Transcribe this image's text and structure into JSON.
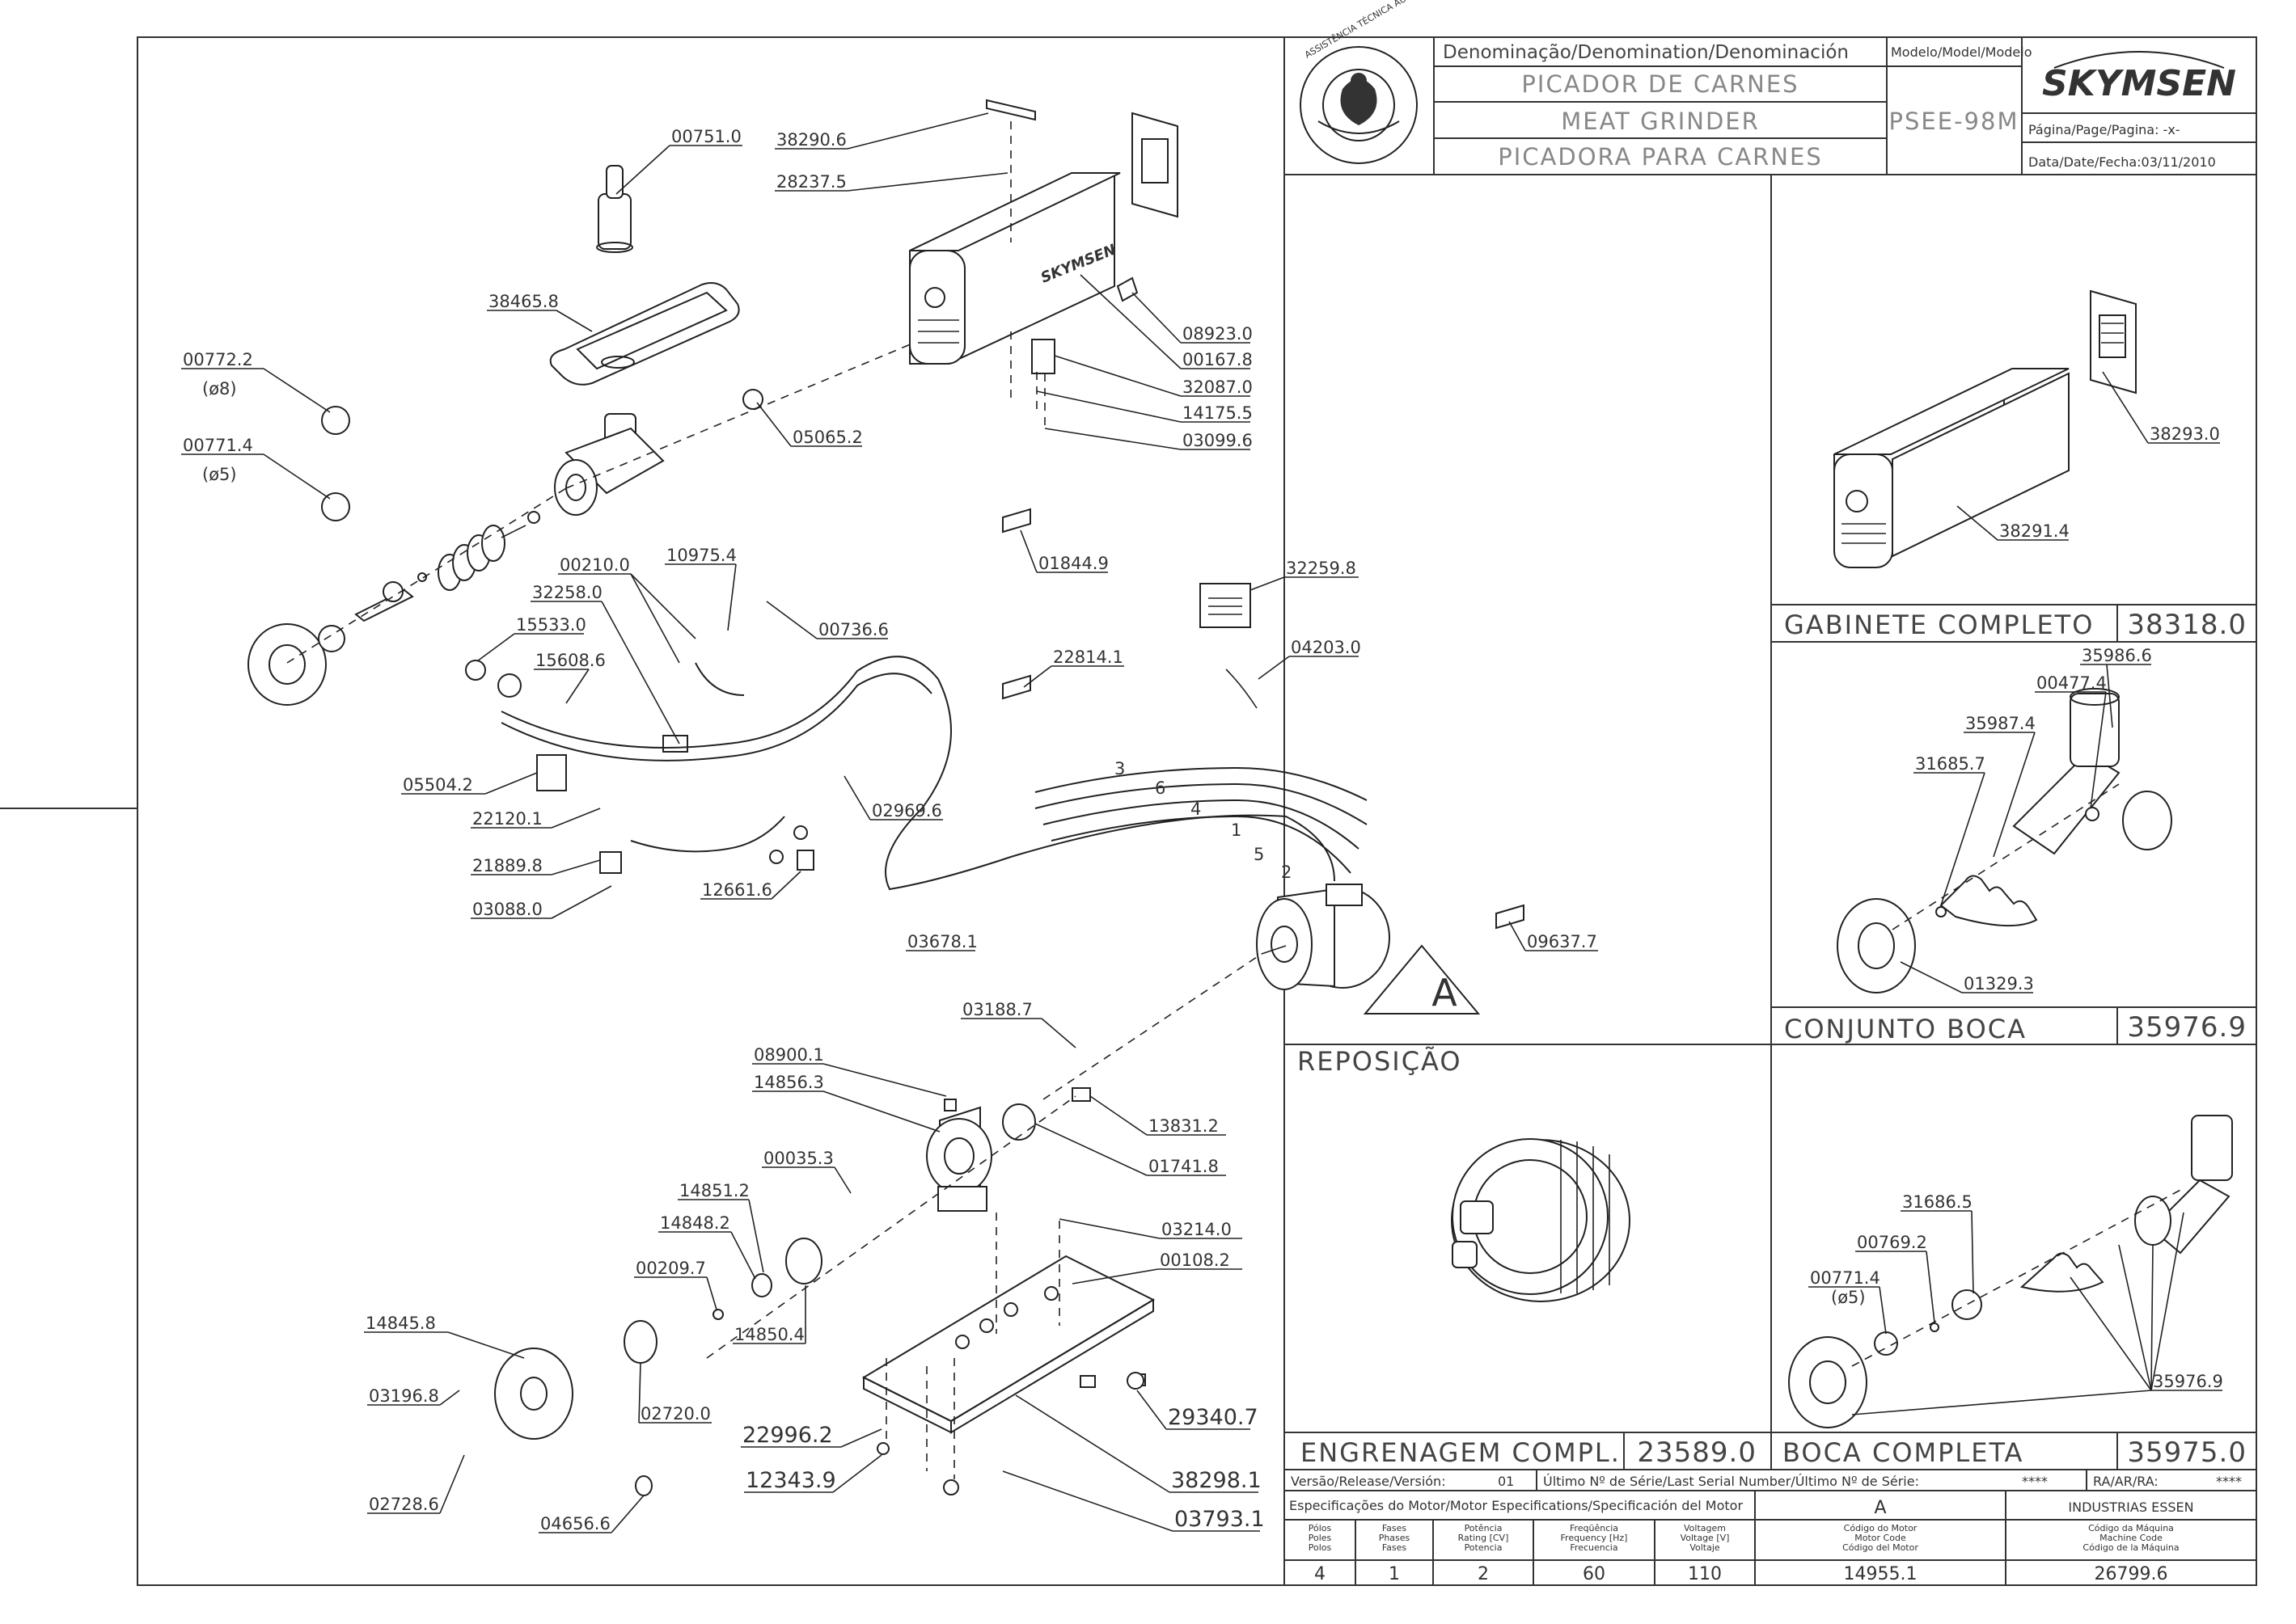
{
  "title_block": {
    "denomination_header": "Denominação/Denomination/Denominación",
    "names": [
      "PICADOR DE CARNES",
      "MEAT GRINDER",
      "PICADORA PARA CARNES"
    ],
    "model_header": "Modelo/Model/Modelo",
    "model": "PSEE-98M",
    "brand": "SKYMSEN",
    "page_label": "Página/Page/Pagina: -x-",
    "date_label": "Data/Date/Fecha:03/11/2010",
    "seal_text": "ASSISTÊNCIA TÉCNICA AUTORIZADA"
  },
  "labels": {
    "l00751": "00751.0",
    "l38290": "38290.6",
    "l28237": "28237.5",
    "l38465": "38465.8",
    "l00772": "00772.2",
    "l00772d": "(ø8)",
    "l00771": "00771.4",
    "l00771d": "(ø5)",
    "l05065": "05065.2",
    "l08923": "08923.0",
    "l00167": "00167.8",
    "l32087": "32087.0",
    "l14175": "14175.5",
    "l03099": "03099.6",
    "l01844": "01844.9",
    "l32259": "32259.8",
    "l04203": "04203.0",
    "l22814": "22814.1",
    "l00210": "00210.0",
    "l10975": "10975.4",
    "l32258": "32258.0",
    "l00736": "00736.6",
    "l15533": "15533.0",
    "l15608": "15608.6",
    "l05504": "05504.2",
    "l02969": "02969.6",
    "l22120": "22120.1",
    "l21889": "21889.8",
    "l03088": "03088.0",
    "l12661": "12661.6",
    "l03678": "03678.1",
    "l09637": "09637.7",
    "l03188": "03188.7",
    "l08900": "08900.1",
    "l14856": "14856.3",
    "l13831": "13831.2",
    "l01741": "01741.8",
    "l00035": "00035.3",
    "l14851": "14851.2",
    "l14848": "14848.2",
    "l00209": "00209.7",
    "l14850": "14850.4",
    "l03214": "03214.0",
    "l00108": "00108.2",
    "l14845": "14845.8",
    "l03196": "03196.8",
    "l02720": "02720.0",
    "l22996": "22996.2",
    "l29340": "29340.7",
    "l12343": "12343.9",
    "l38298": "38298.1",
    "l02728": "02728.6",
    "l04656": "04656.6",
    "l03793": "03793.1",
    "wire3": "3",
    "wire6": "6",
    "wire4": "4",
    "wire1": "1",
    "wire5": "5",
    "wire2": "2",
    "motorA": "A"
  },
  "panels": {
    "cabinet": {
      "title": "GABINETE COMPLETO",
      "code": "38318.0",
      "lbl_a": "38293.0",
      "lbl_b": "38291.4"
    },
    "mouth_set": {
      "title": "CONJUNTO BOCA",
      "code": "35976.9",
      "lbl_a": "35986.6",
      "lbl_b": "00477.4",
      "lbl_c": "35987.4",
      "lbl_d": "31685.7",
      "lbl_e": "01329.3"
    },
    "replacement": {
      "title": "REPOSIÇÃO"
    },
    "gear": {
      "title": "ENGRENAGEM COMPL.",
      "code": "23589.0"
    },
    "mouth_full": {
      "title": "BOCA COMPLETA",
      "code": "35975.0",
      "lbl_a": "31686.5",
      "lbl_b": "00769.2",
      "lbl_c": "00771.4",
      "lbl_d": "(ø5)",
      "lbl_e": "35976.9"
    }
  },
  "version_row": {
    "version_label": "Versão/Release/Versión:",
    "version_value": "01",
    "serial_label": "Último Nº de Série/Last Serial Number/Último Nº de Série:",
    "serial_value": "****",
    "ra_label": "RA/AR/RA:",
    "ra_value": "****"
  },
  "motor_spec": {
    "header": "Especificações do Motor/Motor Especifications/Specificación del Motor",
    "motor_letter": "A",
    "maker": "INDUSTRIAS ESSEN",
    "columns": [
      {
        "h": [
          "Pólos",
          "Poles",
          "Polos"
        ],
        "v": "4"
      },
      {
        "h": [
          "Fases",
          "Phases",
          "Fases"
        ],
        "v": "1"
      },
      {
        "h": [
          "Potência",
          "Rating [CV]",
          "Potencia"
        ],
        "v": "2"
      },
      {
        "h": [
          "Freqüência",
          "Frequency [Hz]",
          "Frecuencia"
        ],
        "v": "60"
      },
      {
        "h": [
          "Voltagem",
          "Voltage [V]",
          "Voltaje"
        ],
        "v": "110"
      },
      {
        "h": [
          "Código do Motor",
          "Motor Code",
          "Código del Motor"
        ],
        "v": "14955.1"
      },
      {
        "h": [
          "Código da Máquina",
          "Machine Code",
          "Código de la Máquina"
        ],
        "v": "26799.6"
      }
    ]
  }
}
